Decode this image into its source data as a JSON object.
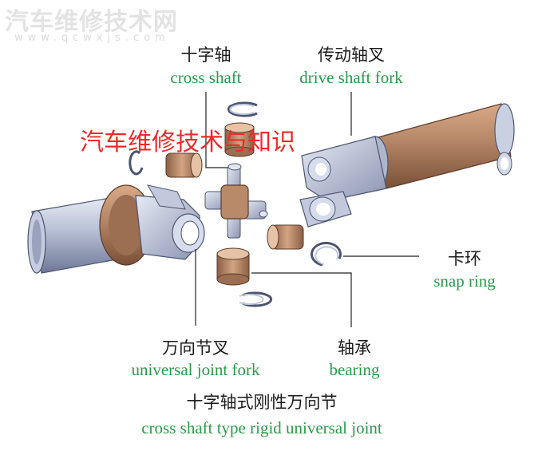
{
  "watermark": {
    "site": "汽车维修技术网",
    "url": "www.qcwxjs.com"
  },
  "overlay_text": "汽车维修技术与知识",
  "labels": {
    "cross_shaft": {
      "zh": "十字轴",
      "en": "cross shaft"
    },
    "drive_shaft_fork": {
      "zh": "传动轴叉",
      "en": "drive shaft fork"
    },
    "snap_ring": {
      "zh": "卡环",
      "en": "snap ring"
    },
    "universal_joint_fork": {
      "zh": "万向节叉",
      "en": "universal joint fork"
    },
    "bearing": {
      "zh": "轴承",
      "en": "bearing"
    }
  },
  "caption": {
    "zh": "十字轴式刚性万向节",
    "en": "cross shaft type rigid universal joint"
  },
  "colors": {
    "metal": "#b7bfd3",
    "metal_dark": "#7f88a6",
    "bronze": "#b98a6a",
    "bronze_dark": "#8a5f44",
    "label_green": "#2a9a4a",
    "overlay_red": "#ee2a2a"
  }
}
